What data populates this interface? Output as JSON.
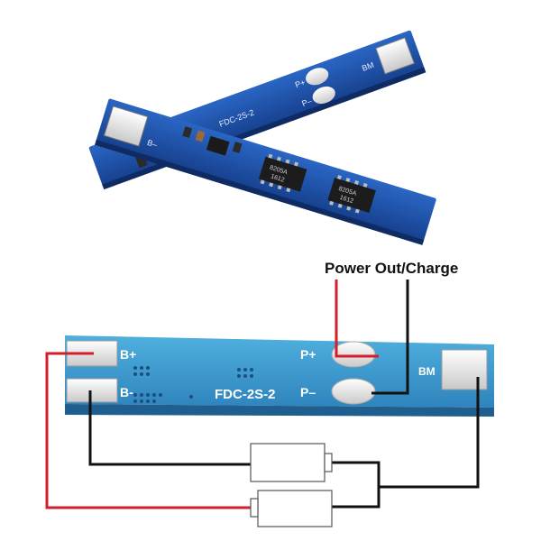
{
  "caption": "Power Out/Charge",
  "board_top": {
    "chips": [
      {
        "line1": "8205A",
        "line2": "1612"
      },
      {
        "line1": "8205A",
        "line2": "1612"
      }
    ],
    "labels": {
      "p_plus": "P+",
      "p_minus": "P–",
      "bm": "BM",
      "b_minus": "B–",
      "model": "FDC-2S-2"
    }
  },
  "board_main": {
    "labels": {
      "b_plus": "B+",
      "b_minus": "B-",
      "p_plus": "P+",
      "p_minus": "P–",
      "bm": "BM",
      "model": "FDC-2S-2"
    }
  },
  "colors": {
    "pcb_dark": "#1b4fa8",
    "pcb_light": "#3d9bd0",
    "pad": "#f4f4f4",
    "wire_red": "#d21f2a",
    "wire_black": "#111111",
    "cell_outline": "#555555"
  },
  "cells": [
    "battery-cell-1",
    "battery-cell-2"
  ]
}
